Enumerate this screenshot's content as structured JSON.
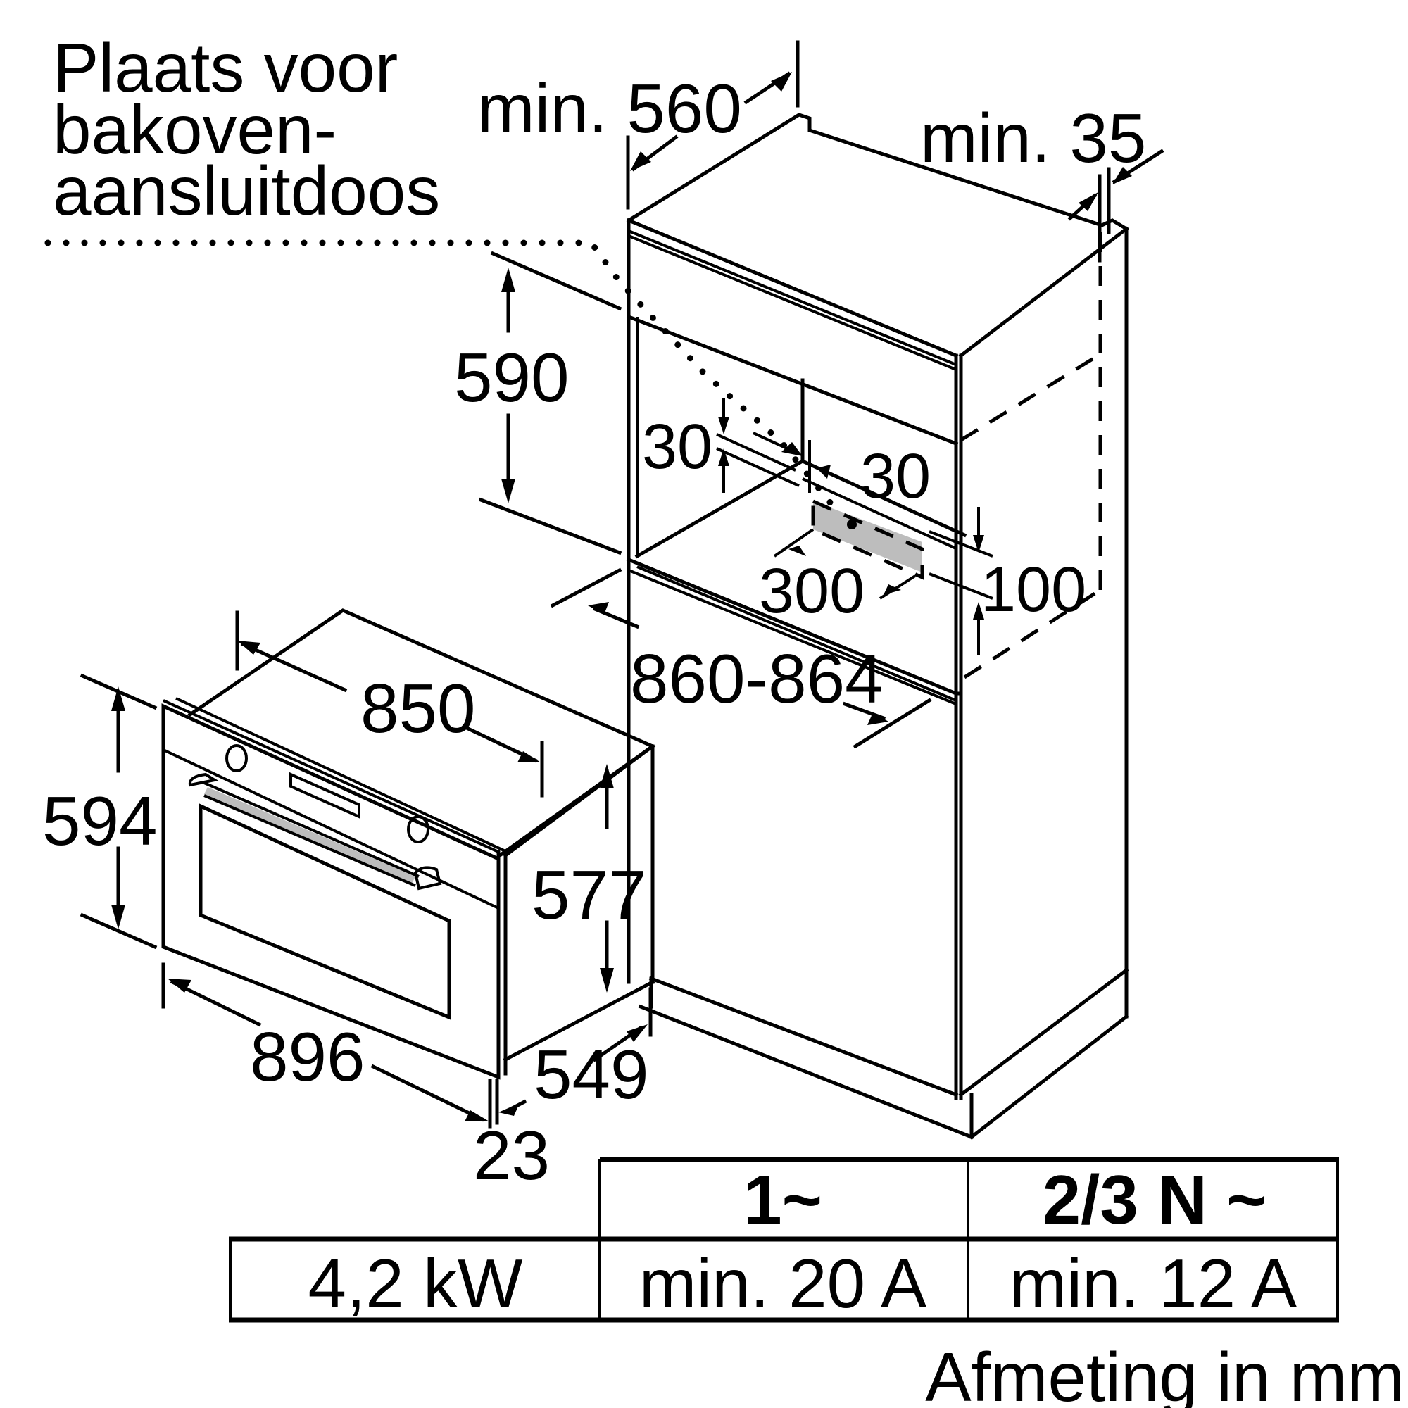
{
  "callout": {
    "line1": "Plaats voor",
    "line2": "bakoven-",
    "line3": "aansluitdoos"
  },
  "dimensions": {
    "niche_depth": "min. 560",
    "side_clearance": "min. 35",
    "niche_height": "590",
    "box_offset_top": "30",
    "box_offset_side": "30",
    "box_width": "300",
    "box_height": "100",
    "niche_width": "860-864",
    "oven_depth_top": "850",
    "oven_front_height": "594",
    "oven_body_height": "577",
    "oven_front_width": "896",
    "oven_body_depth": "549",
    "front_panel_thickness": "23"
  },
  "power_table": {
    "headers": [
      "",
      "1~",
      "2/3 N ~"
    ],
    "rows": [
      [
        "4,2 kW",
        "min. 20 A",
        "min. 12 A"
      ]
    ]
  },
  "footer": {
    "units_note": "Afmeting in mm"
  },
  "colors": {
    "line": "#000000",
    "connection_box_fill": "#bdbdbd",
    "handle_fill": "#bdbdbd",
    "background": "#ffffff"
  }
}
